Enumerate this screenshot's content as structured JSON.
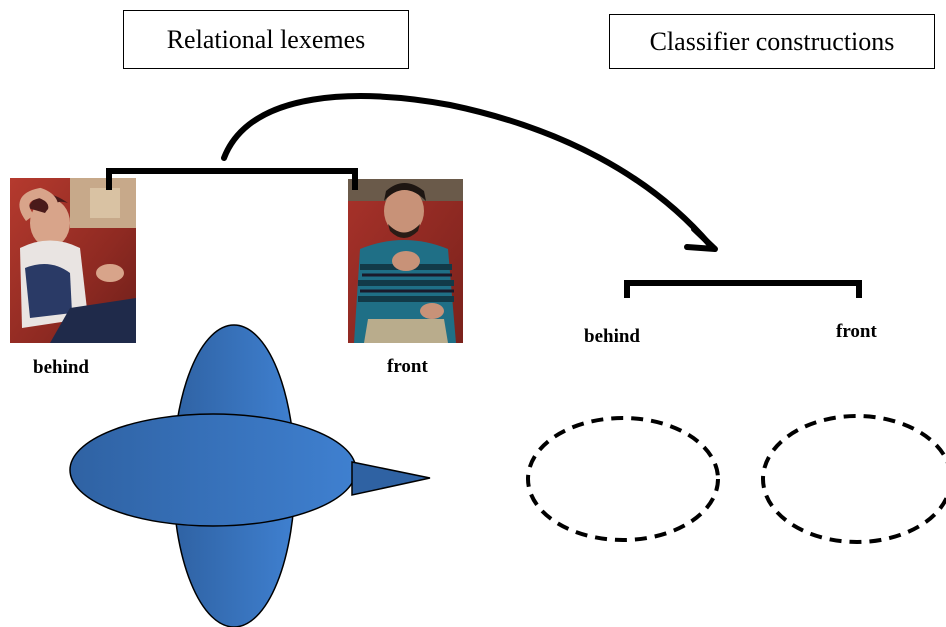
{
  "headers": {
    "left": "Relational lexemes",
    "right": "Classifier constructions"
  },
  "labels": {
    "left_behind": "behind",
    "left_front": "front",
    "right_behind": "behind",
    "right_front": "front"
  },
  "colors": {
    "shape_fill_dark": "#2f62a3",
    "shape_fill_light": "#3f80d0",
    "stroke": "#000000"
  },
  "icons": {
    "arrow": "curved-arrow-icon",
    "plane": "airplane-shape-icon"
  }
}
